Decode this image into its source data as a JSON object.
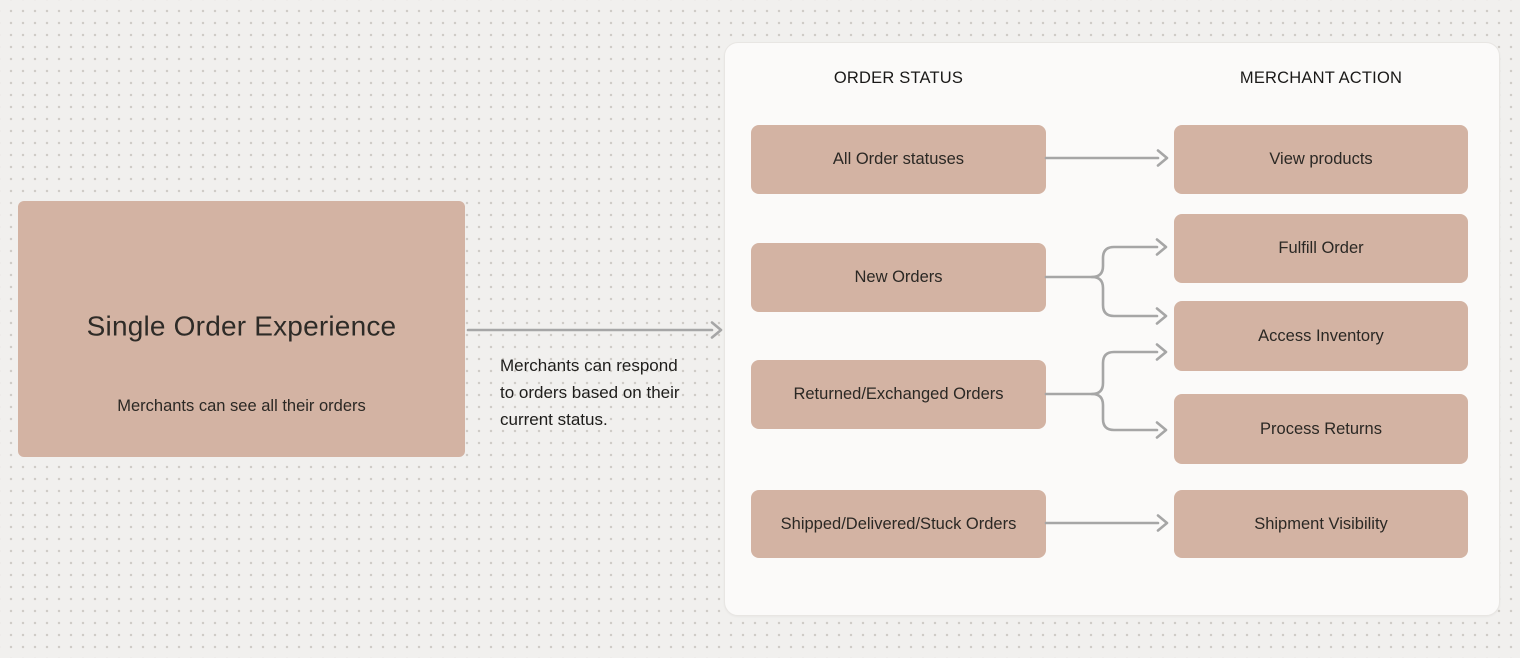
{
  "canvas": {
    "background_color": "#f1f0ee",
    "dot_grid_color": "#cfccc7"
  },
  "main_node": {
    "title": "Single Order Experience",
    "subtitle": "Merchants can see all their orders",
    "fill": "#d3b3a3"
  },
  "main_arrow": {
    "annotation": "Merchants can respond to orders based on their current status.",
    "color": "#a6a6a6"
  },
  "panel": {
    "background": "#fbfaf9",
    "columns": [
      {
        "header": "ORDER STATUS"
      },
      {
        "header": "MERCHANT ACTION"
      }
    ],
    "statuses": [
      "All Order statuses",
      "New Orders",
      "Returned/Exchanged Orders",
      "Shipped/Delivered/Stuck Orders"
    ],
    "actions": [
      "View products",
      "Fulfill Order",
      "Access Inventory",
      "Process Returns",
      "Shipment Visibility"
    ],
    "connections": [
      {
        "from": "All Order statuses",
        "to": [
          "View products"
        ]
      },
      {
        "from": "New Orders",
        "to": [
          "Fulfill Order",
          "Access Inventory"
        ]
      },
      {
        "from": "Returned/Exchanged Orders",
        "to": [
          "Access Inventory",
          "Process Returns"
        ]
      },
      {
        "from": "Shipped/Delivered/Stuck Orders",
        "to": [
          "Shipment Visibility"
        ]
      }
    ],
    "node_fill": "#d3b3a3"
  }
}
